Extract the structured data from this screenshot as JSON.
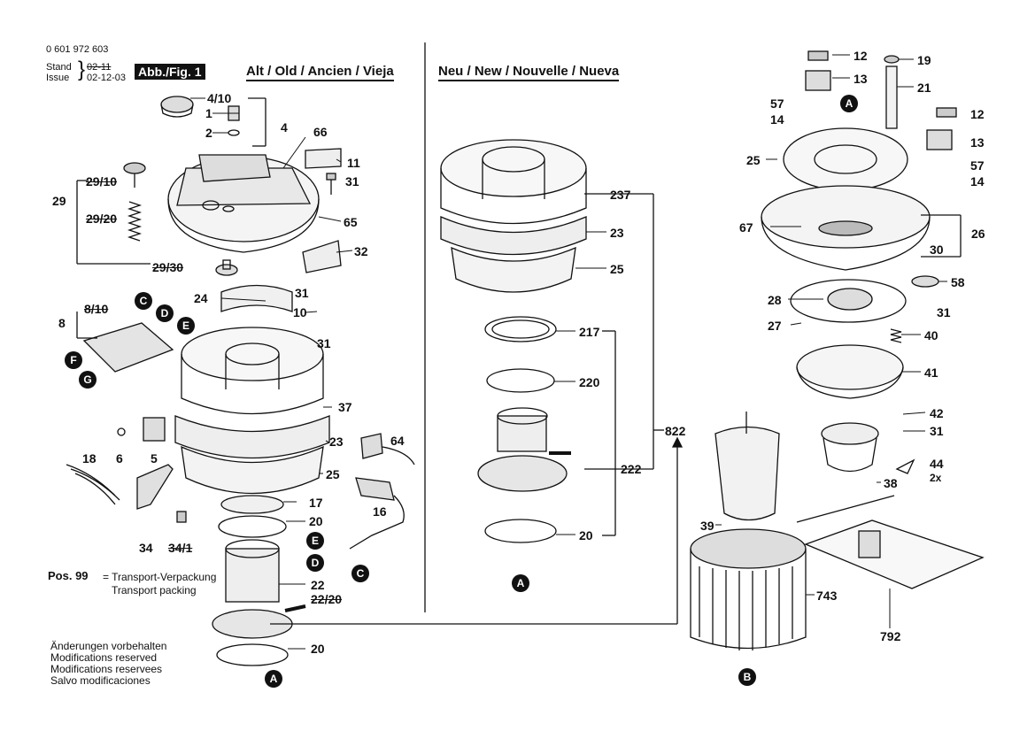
{
  "header": {
    "part_number": "0 601 972 603",
    "stand_label": "Stand",
    "issue_label": "Issue",
    "date_1": "02-11",
    "date_2": "02-12-03",
    "figure_tag": "Abb./Fig. 1"
  },
  "sections": {
    "old": "Alt / Old / Ancien / Vieja",
    "new": "Neu / New / Nouvelle / Nueva"
  },
  "pos_note": {
    "prefix": "Pos. 99",
    "line1": "= Transport-Verpackung",
    "line2": "Transport packing"
  },
  "modifications": [
    "Änderungen vorbehalten",
    "Modifications reserved",
    "Modifications reservees",
    "Salvo modificaciones"
  ],
  "labels": {
    "l4_10": "4/10",
    "l1": "1",
    "l2": "2",
    "l4": "4",
    "l66": "66",
    "l11": "11",
    "l31a": "31",
    "l29": "29",
    "l29_10": "29/10",
    "l29_20": "29/20",
    "l65": "65",
    "l32": "32",
    "l29_30": "29/30",
    "l24": "24",
    "l31b": "31",
    "l10": "10",
    "l31c": "31",
    "l8": "8",
    "l8_10": "8/10",
    "l37": "37",
    "l23": "23",
    "l25": "25",
    "l64": "64",
    "l6": "6",
    "l5": "5",
    "l18": "18",
    "l16": "16",
    "l17": "17",
    "l20a": "20",
    "l34": "34",
    "l34_1": "34/1",
    "l22": "22",
    "l22_20": "22/20",
    "l20b": "20",
    "n237": "237",
    "n23": "23",
    "n25": "25",
    "n217": "217",
    "n220": "220",
    "n822": "822",
    "n222": "222",
    "n20": "20",
    "r12a": "12",
    "r13a": "13",
    "r19": "19",
    "r21": "21",
    "r57a": "57",
    "r14a": "14",
    "r12b": "12",
    "r13b": "13",
    "r25": "25",
    "r57b": "57",
    "r14b": "14",
    "r26": "26",
    "r67": "67",
    "r30": "30",
    "r58": "58",
    "r28": "28",
    "r31a": "31",
    "r27": "27",
    "r40": "40",
    "r41": "41",
    "r42": "42",
    "r31b": "31",
    "r44": "44",
    "r2x": "2x",
    "r38": "38",
    "r39": "39",
    "r743": "743",
    "r792": "792"
  },
  "badges": {
    "C1": "C",
    "D1": "D",
    "E1": "E",
    "F": "F",
    "G": "G",
    "E2": "E",
    "D2": "D",
    "C2": "C",
    "A1": "A",
    "A2": "A",
    "A3": "A",
    "B": "B"
  }
}
